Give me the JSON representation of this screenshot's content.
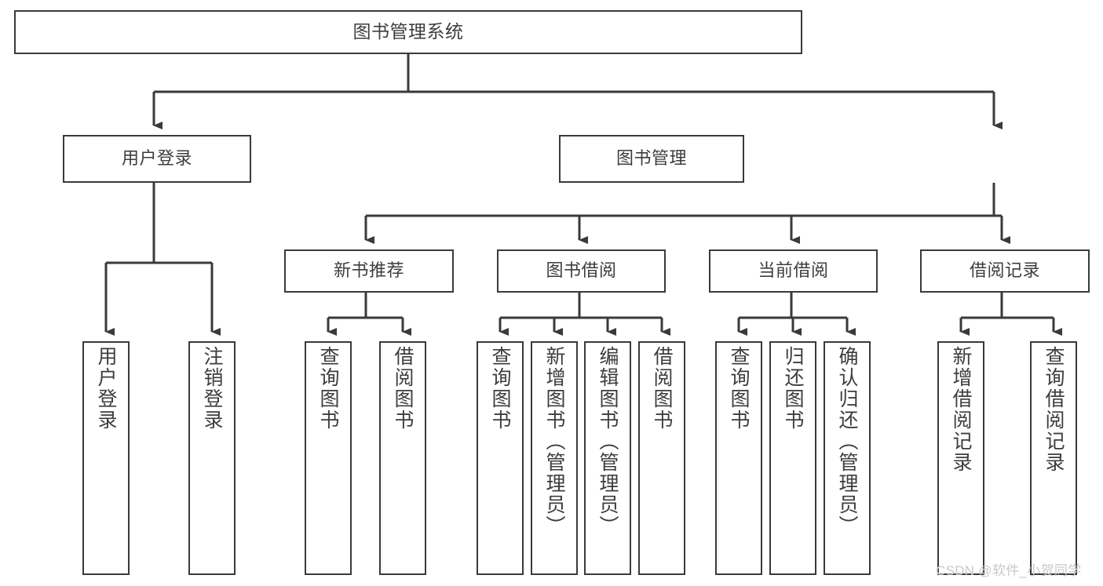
{
  "diagram": {
    "title": "图书管理系统",
    "type": "tree-hierarchy-chart",
    "colors": {
      "stroke": "#3a3a3a",
      "text": "#3d3d3d",
      "background": "#ffffff",
      "watermark": "#c9c9c9"
    },
    "root": {
      "label": "图书管理系统"
    },
    "level2": [
      {
        "label": "用户登录"
      },
      {
        "label": "图书管理"
      }
    ],
    "level3": [
      {
        "label": "新书推荐"
      },
      {
        "label": "图书借阅"
      },
      {
        "label": "当前借阅"
      },
      {
        "label": "借阅记录"
      }
    ],
    "leaves": {
      "user_login": [
        {
          "label": "用户登录"
        },
        {
          "label": "注销登录"
        }
      ],
      "new_book_recommend": [
        {
          "label": "查询图书"
        },
        {
          "label": "借阅图书"
        }
      ],
      "book_borrow": [
        {
          "label": "查询图书"
        },
        {
          "label": "新增图书（管理员）"
        },
        {
          "label": "编辑图书（管理员）"
        },
        {
          "label": "借阅图书"
        }
      ],
      "current_borrow": [
        {
          "label": "查询图书"
        },
        {
          "label": "归还图书"
        },
        {
          "label": "确认归还（管理员）"
        }
      ],
      "borrow_record": [
        {
          "label": "新增借阅记录"
        },
        {
          "label": "查询借阅记录"
        }
      ]
    },
    "watermark": "CSDN @软件_小贺同学"
  }
}
